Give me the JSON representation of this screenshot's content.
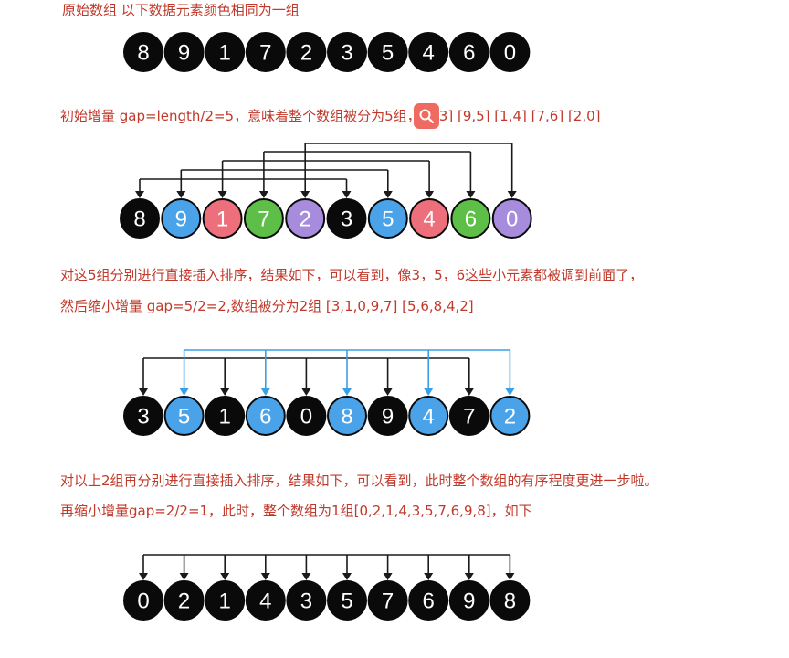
{
  "captions": {
    "original": "原始数组  以下数据元素颜色相同为一组",
    "gap5": "初始增量 gap=length/2=5，意味着整个数组被分为5组，[8,3] [9,5] [1,4] [7,6] [2,0]",
    "after5_line1": "对这5组分别进行直接插入排序，结果如下，可以看到，像3，5，6这些小元素都被调到前面了，",
    "after5_line2": "然后缩小增量 gap=5/2=2,数组被分为2组 [3,1,0,9,7] [5,6,8,4,2]",
    "after2_line1": "对以上2组再分别进行直接插入排序，结果如下，可以看到，此时整个数组的有序程度更进一步啦。",
    "after2_line2": "再缩小增量gap=2/2=1，此时，整个数组为1组[0,2,1,4,3,5,7,6,9,8]，如下"
  },
  "colors": {
    "black": "#0a0a0a",
    "blue": "#4aa3e8",
    "pink": "#ec6f7b",
    "green": "#5dbf48",
    "purple": "#a78bdc",
    "arrow_black": "#1a1a1a",
    "arrow_blue": "#3aa0e6",
    "caption_red": "#c0392b",
    "badge": "#ef6b62"
  },
  "badge_icon": "search-icon",
  "rows": [
    {
      "id": "original",
      "values": [
        8,
        9,
        1,
        7,
        2,
        3,
        5,
        4,
        6,
        0
      ],
      "colors": [
        "black",
        "black",
        "black",
        "black",
        "black",
        "black",
        "black",
        "black",
        "black",
        "black"
      ],
      "groups": []
    },
    {
      "id": "gap5",
      "values": [
        8,
        9,
        1,
        7,
        2,
        3,
        5,
        4,
        6,
        0
      ],
      "colors": [
        "black",
        "blue",
        "pink",
        "green",
        "purple",
        "black",
        "blue",
        "pink",
        "green",
        "purple"
      ],
      "groups": [
        {
          "indices": [
            0,
            5
          ],
          "color": "arrow_black"
        },
        {
          "indices": [
            1,
            6
          ],
          "color": "arrow_black"
        },
        {
          "indices": [
            2,
            7
          ],
          "color": "arrow_black"
        },
        {
          "indices": [
            3,
            8
          ],
          "color": "arrow_black"
        },
        {
          "indices": [
            4,
            9
          ],
          "color": "arrow_black"
        }
      ]
    },
    {
      "id": "gap2",
      "values": [
        3,
        5,
        1,
        6,
        0,
        8,
        9,
        4,
        7,
        2
      ],
      "colors": [
        "black",
        "blue",
        "black",
        "blue",
        "black",
        "blue",
        "black",
        "blue",
        "black",
        "blue"
      ],
      "groups": [
        {
          "indices": [
            0,
            2,
            4,
            6,
            8
          ],
          "color": "arrow_black"
        },
        {
          "indices": [
            1,
            3,
            5,
            7,
            9
          ],
          "color": "arrow_blue"
        }
      ]
    },
    {
      "id": "gap1",
      "values": [
        0,
        2,
        1,
        4,
        3,
        5,
        7,
        6,
        9,
        8
      ],
      "colors": [
        "black",
        "black",
        "black",
        "black",
        "black",
        "black",
        "black",
        "black",
        "black",
        "black"
      ],
      "groups": [
        {
          "indices": [
            0,
            1,
            2,
            3,
            4,
            5,
            6,
            7,
            8,
            9
          ],
          "color": "arrow_black"
        }
      ]
    }
  ]
}
